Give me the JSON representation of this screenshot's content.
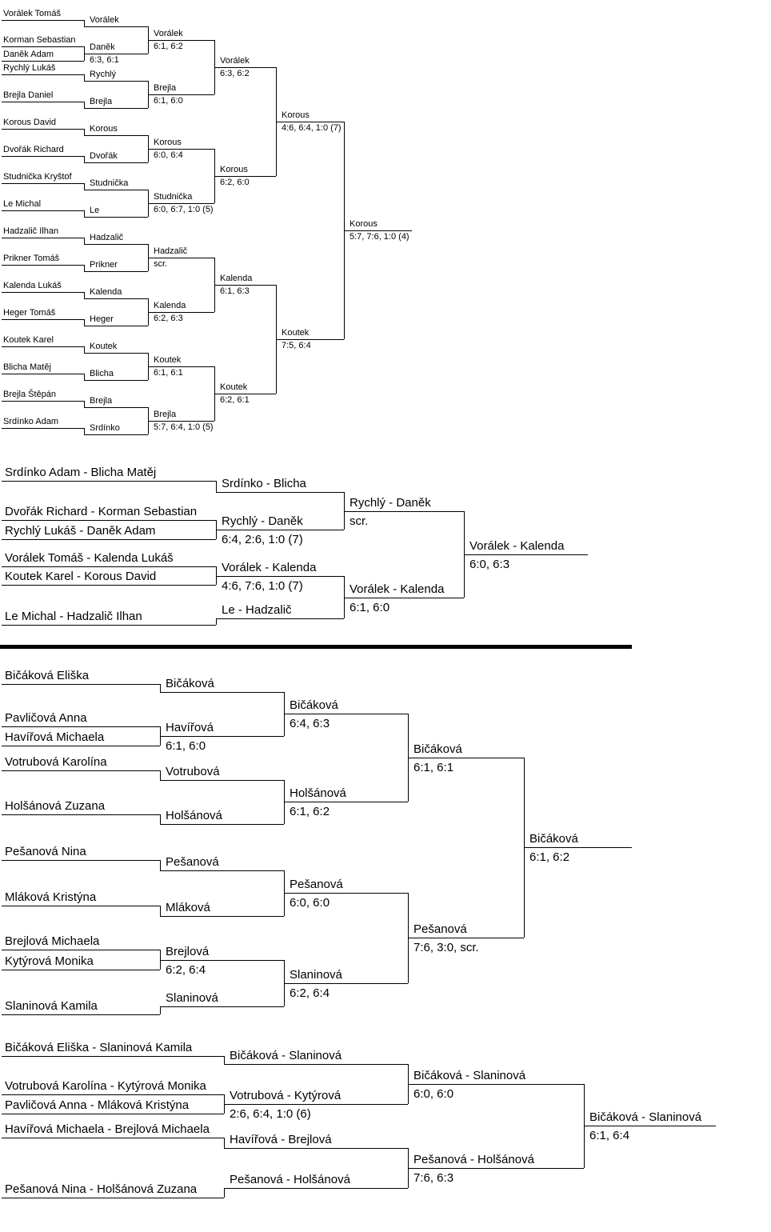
{
  "boys_singles": {
    "r1": [
      {
        "name": "Vorálek Tomáš"
      },
      {
        "name": "Korman Sebastian"
      },
      {
        "name": "Daněk Adam"
      },
      {
        "name": "Rychlý Lukáš"
      },
      {
        "name": "Brejla Daniel"
      },
      {
        "name": "Korous David"
      },
      {
        "name": "Dvořák Richard"
      },
      {
        "name": "Studnička Kryštof"
      },
      {
        "name": "Le Michal"
      },
      {
        "name": "Hadzalič Ilhan"
      },
      {
        "name": "Prikner Tomáš"
      },
      {
        "name": "Kalenda Lukáš"
      },
      {
        "name": "Heger Tomáš"
      },
      {
        "name": "Koutek Karel"
      },
      {
        "name": "Blicha Matěj"
      },
      {
        "name": "Brejla Štěpán"
      },
      {
        "name": "Srdínko Adam"
      }
    ],
    "r2": [
      {
        "name": "Vorálek"
      },
      {
        "name": "Daněk",
        "score": "6:3, 6:1"
      },
      {
        "name": "Rychlý"
      },
      {
        "name": "Brejla"
      },
      {
        "name": "Korous"
      },
      {
        "name": "Dvořák"
      },
      {
        "name": "Studnička"
      },
      {
        "name": "Le"
      },
      {
        "name": "Hadzalič"
      },
      {
        "name": "Prikner"
      },
      {
        "name": "Kalenda"
      },
      {
        "name": "Heger"
      },
      {
        "name": "Koutek"
      },
      {
        "name": "Blicha"
      },
      {
        "name": "Brejla"
      },
      {
        "name": "Srdínko"
      }
    ],
    "r3": [
      {
        "name": "Vorálek",
        "score": "6:1, 6:2"
      },
      {
        "name": "Brejla",
        "score": "6:1, 6:0"
      },
      {
        "name": "Korous",
        "score": "6:0, 6:4"
      },
      {
        "name": "Studnička",
        "score": "6:0, 6:7, 1:0 (5)"
      },
      {
        "name": "Hadzalič",
        "score": "scr."
      },
      {
        "name": "Kalenda",
        "score": "6:2, 6:3"
      },
      {
        "name": "Koutek",
        "score": "6:1, 6:1"
      },
      {
        "name": "Brejla",
        "score": "5:7, 6:4, 1:0 (5)"
      }
    ],
    "r4": [
      {
        "name": "Vorálek",
        "score": "6:3, 6:2"
      },
      {
        "name": "Korous",
        "score": "6:2, 6:0"
      },
      {
        "name": "Kalenda",
        "score": "6:1, 6:3"
      },
      {
        "name": "Koutek",
        "score": "6:2, 6:1"
      }
    ],
    "r5": [
      {
        "name": "Korous",
        "score": "4:6, 6:4, 1:0 (7)"
      },
      {
        "name": "Koutek",
        "score": "7:5, 6:4"
      }
    ],
    "winner": {
      "name": "Korous",
      "score": "5:7, 7:6, 1:0 (4)"
    }
  },
  "boys_doubles": {
    "r1": [
      {
        "name": "Srdínko Adam - Blicha Matěj"
      },
      {
        "name": "Dvořák Richard - Korman Sebastian"
      },
      {
        "name": "Rychlý Lukáš - Daněk Adam"
      },
      {
        "name": "Vorálek Tomáš - Kalenda Lukáš"
      },
      {
        "name": "Koutek Karel - Korous David"
      },
      {
        "name": "Le Michal - Hadzalič Ilhan"
      }
    ],
    "r2": [
      {
        "name": "Srdínko - Blicha"
      },
      {
        "name": "Rychlý - Daněk",
        "score": "6:4, 2:6, 1:0 (7)"
      },
      {
        "name": "Vorálek - Kalenda",
        "score": "4:6, 7:6, 1:0 (7)"
      },
      {
        "name": "Le - Hadzalič"
      }
    ],
    "r3": [
      {
        "name": "Rychlý - Daněk",
        "score": "scr."
      },
      {
        "name": "Vorálek - Kalenda",
        "score": "6:1, 6:0"
      }
    ],
    "winner": {
      "name": "Vorálek - Kalenda",
      "score": "6:0, 6:3"
    }
  },
  "girls_singles": {
    "r1": [
      {
        "name": "Bičáková Eliška"
      },
      {
        "name": "Pavličová Anna"
      },
      {
        "name": "Havířová Michaela"
      },
      {
        "name": "Votrubová Karolína"
      },
      {
        "name": "Holšánová Zuzana"
      },
      {
        "name": "Pešanová Nina"
      },
      {
        "name": "Mláková Kristýna"
      },
      {
        "name": "Brejlová Michaela"
      },
      {
        "name": "Kytýrová Monika"
      },
      {
        "name": "Slaninová Kamila"
      }
    ],
    "r2": [
      {
        "name": "Bičáková"
      },
      {
        "name": "Havířová",
        "score": "6:1, 6:0"
      },
      {
        "name": "Votrubová"
      },
      {
        "name": "Holšánová"
      },
      {
        "name": "Pešanová"
      },
      {
        "name": "Mláková"
      },
      {
        "name": "Brejlová",
        "score": "6:2, 6:4"
      },
      {
        "name": "Slaninová"
      }
    ],
    "r3": [
      {
        "name": "Bičáková",
        "score": "6:4, 6:3"
      },
      {
        "name": "Holšánová",
        "score": "6:1, 6:2"
      },
      {
        "name": "Pešanová",
        "score": "6:0, 6:0"
      },
      {
        "name": "Slaninová",
        "score": "6:2, 6:4"
      }
    ],
    "r4": [
      {
        "name": "Bičáková",
        "score": "6:1, 6:1"
      },
      {
        "name": "Pešanová",
        "score": "7:6, 3:0, scr."
      }
    ],
    "winner": {
      "name": "Bičáková",
      "score": "6:1, 6:2"
    }
  },
  "girls_doubles": {
    "r1": [
      {
        "name": "Bičáková Eliška - Slaninová Kamila"
      },
      {
        "name": "Votrubová Karolína - Kytýrová Monika"
      },
      {
        "name": "Pavličová Anna - Mláková Kristýna"
      },
      {
        "name": "Havířová Michaela - Brejlová Michaela"
      },
      {
        "name": "Pešanová Nina - Holšánová Zuzana"
      }
    ],
    "r2": [
      {
        "name": "Bičáková - Slaninová"
      },
      {
        "name": "Votrubová - Kytýrová",
        "score": "2:6, 6:4, 1:0 (6)"
      },
      {
        "name": "Havířová - Brejlová"
      },
      {
        "name": "Pešanová - Holšánová"
      }
    ],
    "r3": [
      {
        "name": "Bičáková - Slaninová",
        "score": "6:0, 6:0"
      },
      {
        "name": "Pešanová - Holšánová",
        "score": "7:6, 6:3"
      }
    ],
    "winner": {
      "name": "Bičáková - Slaninová",
      "score": "6:1, 6:4"
    }
  }
}
